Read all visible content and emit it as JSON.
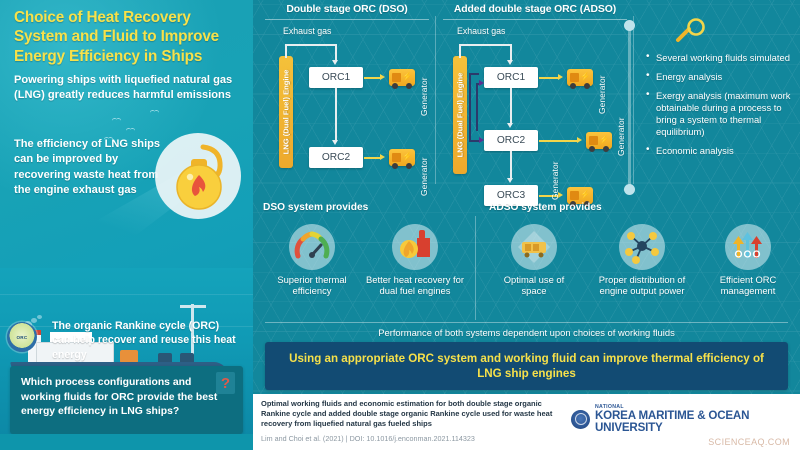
{
  "left": {
    "title": "Choice of Heat Recovery System and Fluid to Improve Energy Efficiency in Ships",
    "sub1": "Powering ships with liquefied natural gas (LNG) greatly reduces harmful emissions",
    "sub2": "The efficiency of LNG ships can be improved by recovering waste heat from the engine exhaust gas",
    "orc_badge_text": "ORC",
    "orc_line": "The organic Rankine cycle (ORC) can help recover and reuse this heat energy",
    "question": "Which process configurations and working fluids for ORC provide the best energy efficiency in LNG ships?",
    "question_mark": "?"
  },
  "diagrams": {
    "dso": {
      "title": "Double stage ORC (DSO)",
      "exhaust_label": "Exhaust gas",
      "engine_label": "LNG (Dual Fuel) Engine",
      "stages": [
        "ORC1",
        "ORC2"
      ],
      "generators": [
        "Generator",
        "Generator"
      ]
    },
    "adso": {
      "title": "Added double stage ORC (ADSO)",
      "exhaust_label": "Exhaust gas",
      "engine_label": "LNG (Dual Fuel) Engine",
      "stages": [
        "ORC1",
        "ORC2",
        "ORC3"
      ],
      "generators": [
        "Generator",
        "Generator",
        "Generator"
      ]
    }
  },
  "bullets": {
    "icon": "magnifier-icon",
    "items": [
      "Several working fluids simulated",
      "Energy analysis",
      "Exergy analysis (maximum work obtainable during a process to bring a system to thermal equilibrium)",
      "Economic analysis"
    ]
  },
  "provides": {
    "dso_heading": "DSO system provides",
    "dso_items": [
      {
        "icon": "gauge-icon",
        "label": "Superior thermal efficiency"
      },
      {
        "icon": "heat-recovery-icon",
        "label": "Better heat recovery for dual fuel engines"
      }
    ],
    "adso_heading": "ADSO system provides",
    "adso_items": [
      {
        "icon": "engine-room-icon",
        "label": "Optimal use of space"
      },
      {
        "icon": "network-distribution-icon",
        "label": "Proper distribution of engine output power"
      },
      {
        "icon": "arrows-up-icon",
        "label": "Efficient ORC management"
      }
    ]
  },
  "performance_note": "Performance of both systems dependent upon choices of working fluids",
  "conclusion": "Using an appropriate ORC system and working fluid can improve thermal efficiency of LNG ship engines",
  "footer": {
    "paper_title": "Optimal working fluids and economic estimation for both double stage organic Rankine cycle and added double stage organic Rankine cycle used for waste heat recovery from liquefied natural gas fueled ships",
    "citation": "Lim and Choi et al. (2021)  |  DOI: 10.1016/j.enconman.2021.114323",
    "logo_national": "NATIONAL",
    "logo_name": "KOREA MARITIME & OCEAN UNIVERSITY",
    "watermark": "SCIENCEAQ.COM"
  },
  "colors": {
    "title_yellow": "#f7e14a",
    "teal_bg": "#12879c",
    "panel_teal": "#1aa0b4",
    "engine_gold": "#f5c13a",
    "conclusion_bg": "#124b73",
    "logo_blue": "#2b5694"
  }
}
